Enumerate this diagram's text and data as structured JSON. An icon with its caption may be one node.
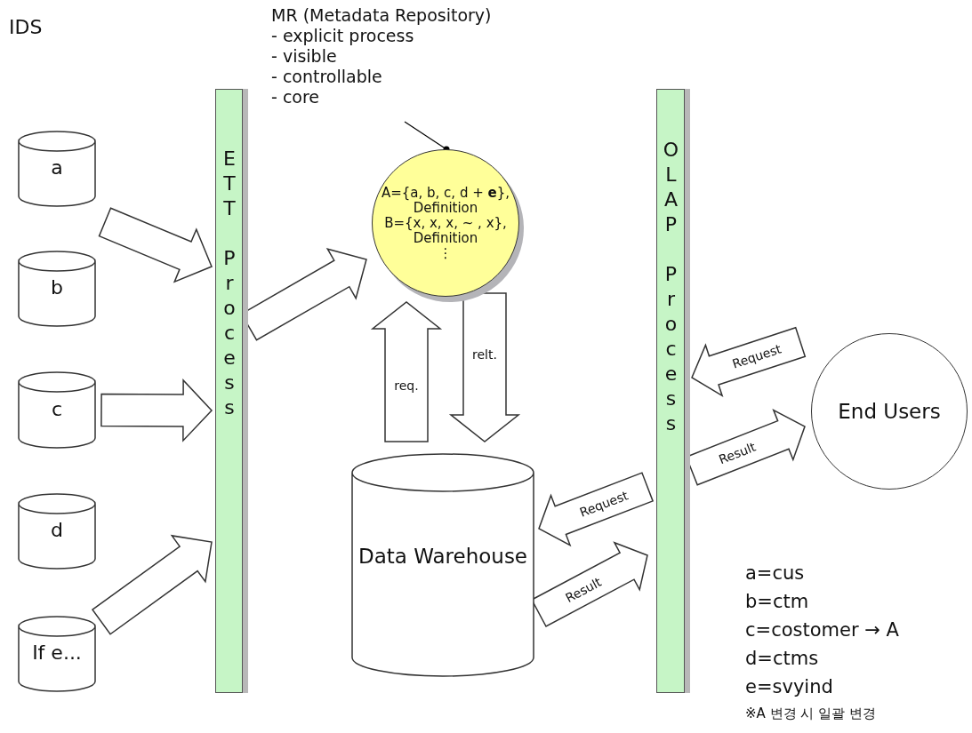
{
  "diagram": {
    "nodes": [
      {
        "text": [
          "a"
        ]
      },
      {
        "text": [
          "b"
        ]
      },
      {
        "text": [
          "c"
        ]
      },
      {
        "text": [
          "d"
        ]
      },
      {
        "text": [
          "If e..."
        ]
      },
      {
        "text": [
          "ETT Process"
        ]
      },
      {
        "text": [
          "MR (Metadata Repository)",
          "- explicit process",
          "- visible",
          "- controllable",
          "- core"
        ]
      },
      {
        "text": [
          "A={a, b, c, d + **e**},",
          "Definition",
          "B={x, x, x, ~ , x},",
          "Definition",
          "⋮"
        ]
      },
      {
        "text": [
          "Data Warehouse"
        ]
      },
      {
        "text": [
          "OLAP Process"
        ]
      },
      {
        "text": [
          "End Users"
        ]
      }
    ],
    "edges": [
      {
        "from": 0,
        "to": 5,
        "arrow": "to"
      },
      {
        "from": 2,
        "to": 5,
        "arrow": "to"
      },
      {
        "from": 4,
        "to": 5,
        "arrow": "to"
      },
      {
        "from": 5,
        "to": 7,
        "arrow": "to"
      },
      {
        "from": 6,
        "to": 7,
        "arrow": "other"
      },
      {
        "from": 8,
        "to": 7,
        "arrow": "to",
        "label": "req."
      },
      {
        "from": 7,
        "to": 8,
        "arrow": "to",
        "label": "relt."
      },
      {
        "from": 9,
        "to": 8,
        "arrow": "to",
        "label": "Request"
      },
      {
        "from": 8,
        "to": 9,
        "arrow": "to",
        "label": "Result"
      },
      {
        "from": 10,
        "to": 9,
        "arrow": "to",
        "label": "Request"
      },
      {
        "from": 9,
        "to": 10,
        "arrow": "to",
        "label": "Result"
      }
    ],
    "labels": [
      "IDS",
      "a=cus",
      "b=ctm",
      "c=costomer → A",
      "d=ctms",
      "e=svyind",
      "※A 변경 시 일괄 변경"
    ]
  }
}
